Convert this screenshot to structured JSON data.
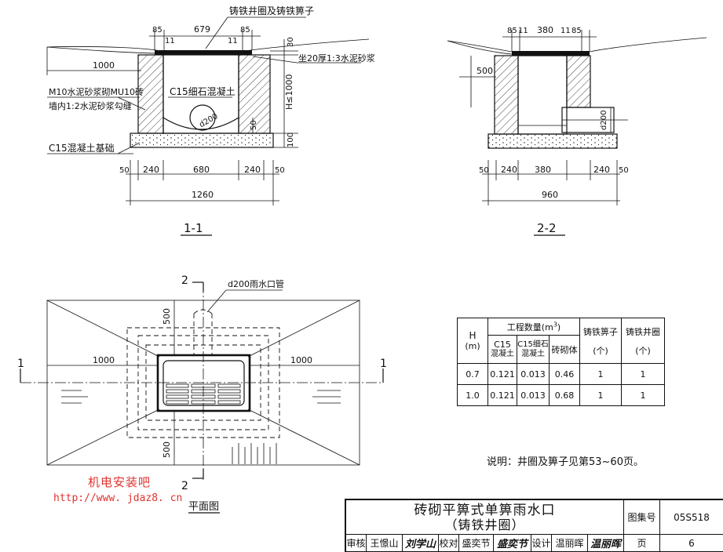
{
  "section_1_1": {
    "top_label": "铸铁井圈及铸铁箅子",
    "dim_top": [
      "85",
      "11",
      "679",
      "11",
      "85"
    ],
    "dim_30": "30",
    "dim_1000_left": "1000",
    "mortar_note": "坐20厚1:3水泥砂浆",
    "wall_note_1": "M10水泥砂浆砌MU10砖",
    "wall_note_2": "墙内1:2水泥砂浆勾缝",
    "infill_note": "C15细石混凝土",
    "pipe_label": "d200",
    "depth_label": "H≤1000",
    "dim_50_inner": "50",
    "dim_100": "100",
    "base_note": "C15混凝土基础",
    "dim_bottom": [
      "50",
      "240",
      "680",
      "240",
      "50"
    ],
    "dim_total": "1260",
    "section_mark": "1-1"
  },
  "section_2_2": {
    "dim_top": [
      "85",
      "11",
      "380",
      "11",
      "85"
    ],
    "dim_500": "500",
    "pipe_label": "d200",
    "dim_bottom": [
      "50",
      "240",
      "380",
      "240",
      "50"
    ],
    "dim_total": "960",
    "section_mark": "2-2"
  },
  "plan": {
    "cut_mark_2": "2",
    "pipe_note": "d200雨水口管",
    "cut_mark_1": "1",
    "dim_left": "1000",
    "dim_right": "1000",
    "dim_500_top": "500",
    "dim_500_bottom": "500",
    "title": "平面图"
  },
  "quantity_table": {
    "h_label": "H",
    "h_unit": "(m)",
    "group_label_prefix": "工程数量(m",
    "group_label_sup": "3",
    "group_label_suffix": ")",
    "col_c15_1": "C15",
    "col_c15_2": "混凝土",
    "col_fine_1": "C15细石",
    "col_fine_2": "混凝土",
    "col_brick": "砖砌体",
    "col_grate": "铸铁箅子",
    "col_ring": "铸铁井圈",
    "unit_pcs": "(个)",
    "rows": [
      {
        "h": "0.7",
        "c15": "0.121",
        "fine": "0.013",
        "brick": "0.46",
        "grate": "1",
        "ring": "1"
      },
      {
        "h": "1.0",
        "c15": "0.121",
        "fine": "0.013",
        "brick": "0.68",
        "grate": "1",
        "ring": "1"
      }
    ]
  },
  "note": "说明：井圈及箅子见第53~60页。",
  "watermark": {
    "line1": "机电安装吧",
    "line2": "http://www. jdaz8. cn"
  },
  "title_block": {
    "title_line1": "砖砌平箅式单箅雨水口",
    "title_line2": "（铸铁井圈）",
    "atlas_label": "图集号",
    "atlas_no": "05S518",
    "page_label": "页",
    "page_no": "6",
    "review_label": "审核",
    "review_name": "王憬山",
    "review_sig": "刘学山",
    "check_label": "校对",
    "check_name": "盛奕节",
    "check_sig": "盛奕节",
    "design_label": "设计",
    "design_name": "温丽晖",
    "design_sig": "温丽晖"
  }
}
